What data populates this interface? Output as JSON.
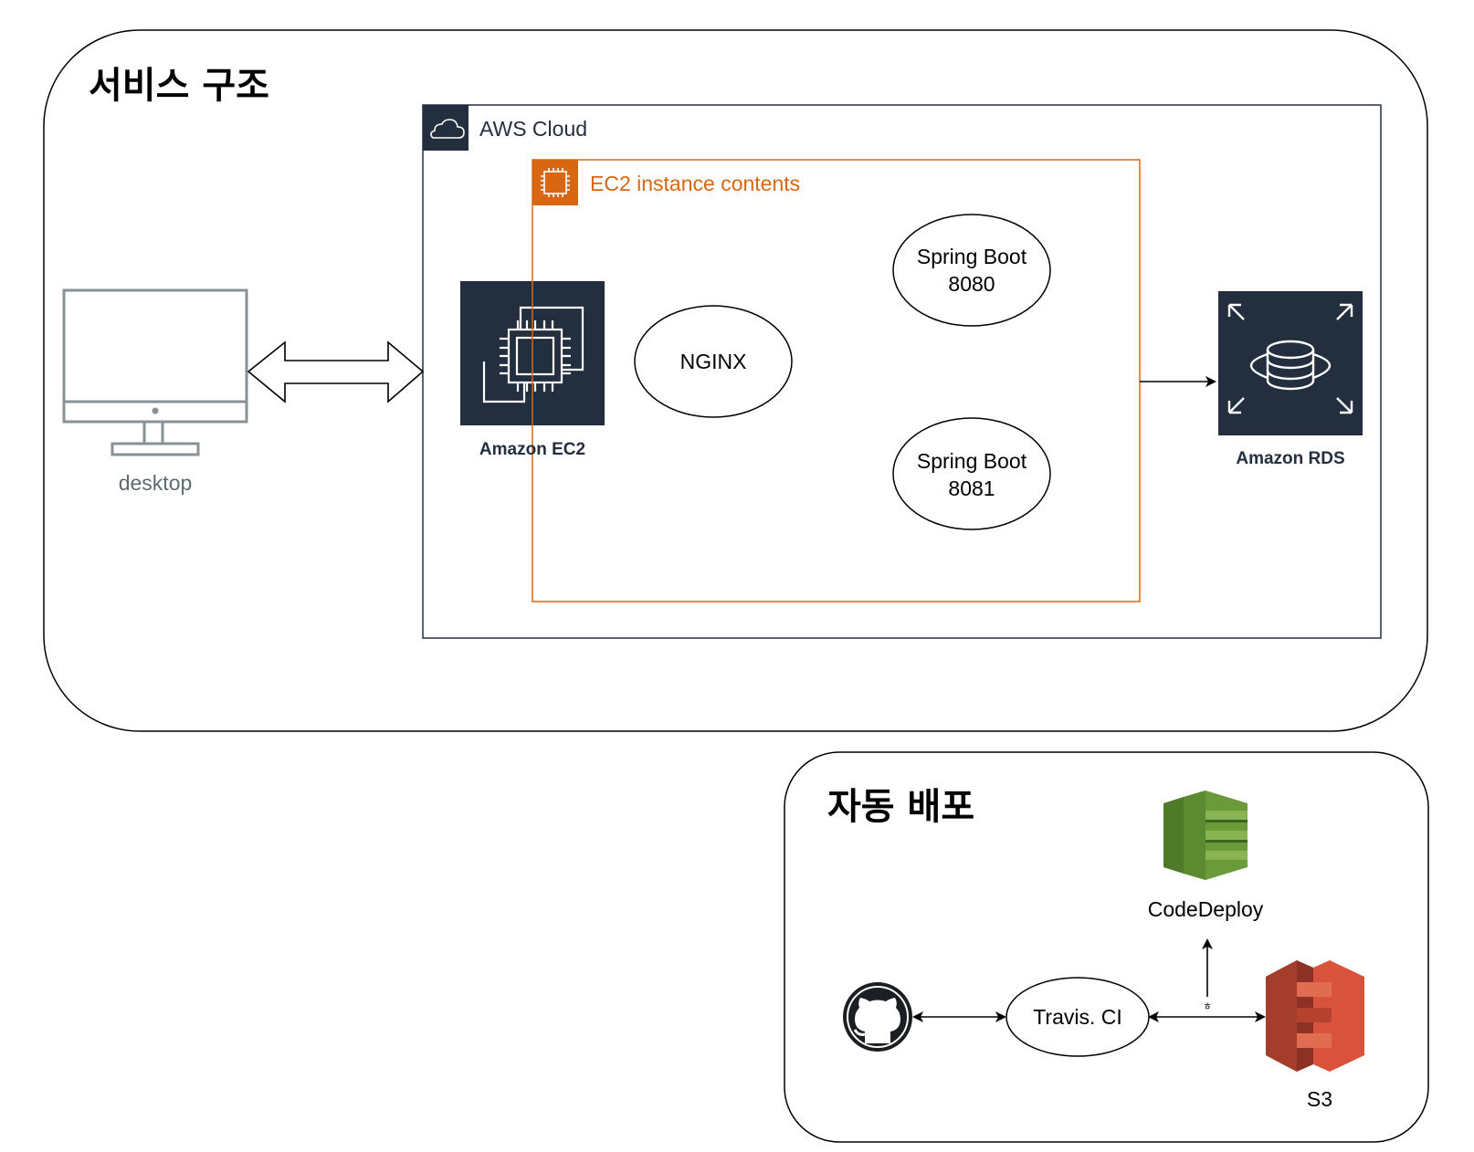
{
  "service": {
    "title": "서비스 구조",
    "aws_cloud_label": "AWS Cloud",
    "ec2_group_label": "EC2 instance contents",
    "desktop_label": "desktop",
    "ec2_label": "Amazon EC2",
    "rds_label": "Amazon RDS",
    "nginx_label": "NGINX",
    "spring1_line1": "Spring Boot",
    "spring1_line2": "8080",
    "spring2_line1": "Spring Boot",
    "spring2_line2": "8081"
  },
  "deploy": {
    "title": "자동 배포",
    "codedeploy_label": "CodeDeploy",
    "travis_label": "Travis. CI",
    "s3_label": "S3",
    "edge_label": "ㅎ"
  },
  "colors": {
    "aws_dark": "#232F3E",
    "ec2_orange": "#D86613",
    "desktop_gray": "#879196",
    "codedeploy_green": "#6B9A3B",
    "s3_red": "#D9533C"
  },
  "icons": [
    "cloud-icon",
    "chip-icon",
    "ec2-icon",
    "rds-icon",
    "monitor-icon",
    "github-icon",
    "codedeploy-icon",
    "s3-icon"
  ]
}
